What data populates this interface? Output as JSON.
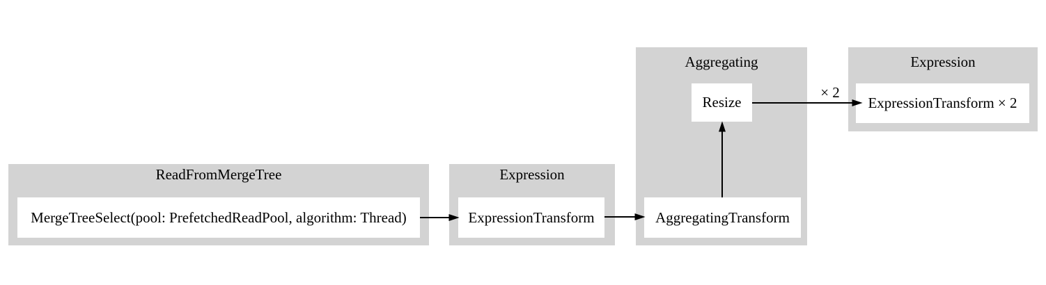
{
  "colors": {
    "cluster_fill": "#d3d3d3",
    "node_fill": "#ffffff",
    "edge_color": "#000000",
    "text_color": "#000000",
    "background": "#ffffff"
  },
  "pipeline": {
    "read_cluster": {
      "title": "ReadFromMergeTree",
      "node": "MergeTreeSelect(pool: PrefetchedReadPool, algorithm: Thread)"
    },
    "expression_cluster": {
      "title": "Expression",
      "node": "ExpressionTransform"
    },
    "aggregating_cluster": {
      "title": "Aggregating",
      "resize_node": "Resize",
      "aggregating_node": "AggregatingTransform"
    },
    "final_expression_cluster": {
      "title": "Expression",
      "node": "ExpressionTransform × 2"
    },
    "edge_label": "× 2"
  }
}
